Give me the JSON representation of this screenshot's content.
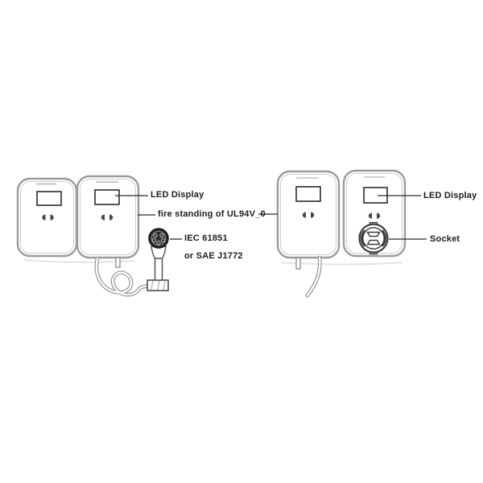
{
  "diagram": {
    "type": "product-callout-diagram",
    "subject": "EV wallbox charging stations (plug version and socket version)",
    "labels": {
      "led_display_left": "LED Display",
      "fire_standing": "fire standing of UL94V_0",
      "iec": "IEC 61851",
      "sae": "or SAE J1772",
      "led_display_right": "LED Display",
      "socket": "Socket"
    },
    "icons": {
      "plug": "ev-plug-icon",
      "socket": "ev-socket-icon",
      "display": "led-display-rect",
      "indicators": "led-indicator-dots"
    },
    "colors": {
      "background": "#ffffff",
      "box_border_outer": "#9b9b9b",
      "box_border_inner": "#cccccc",
      "line_dark": "#2b2b2b",
      "cable_line": "#8a8a8a",
      "plug_fill": "#2e2e2e",
      "text": "#1c1c1c"
    }
  }
}
